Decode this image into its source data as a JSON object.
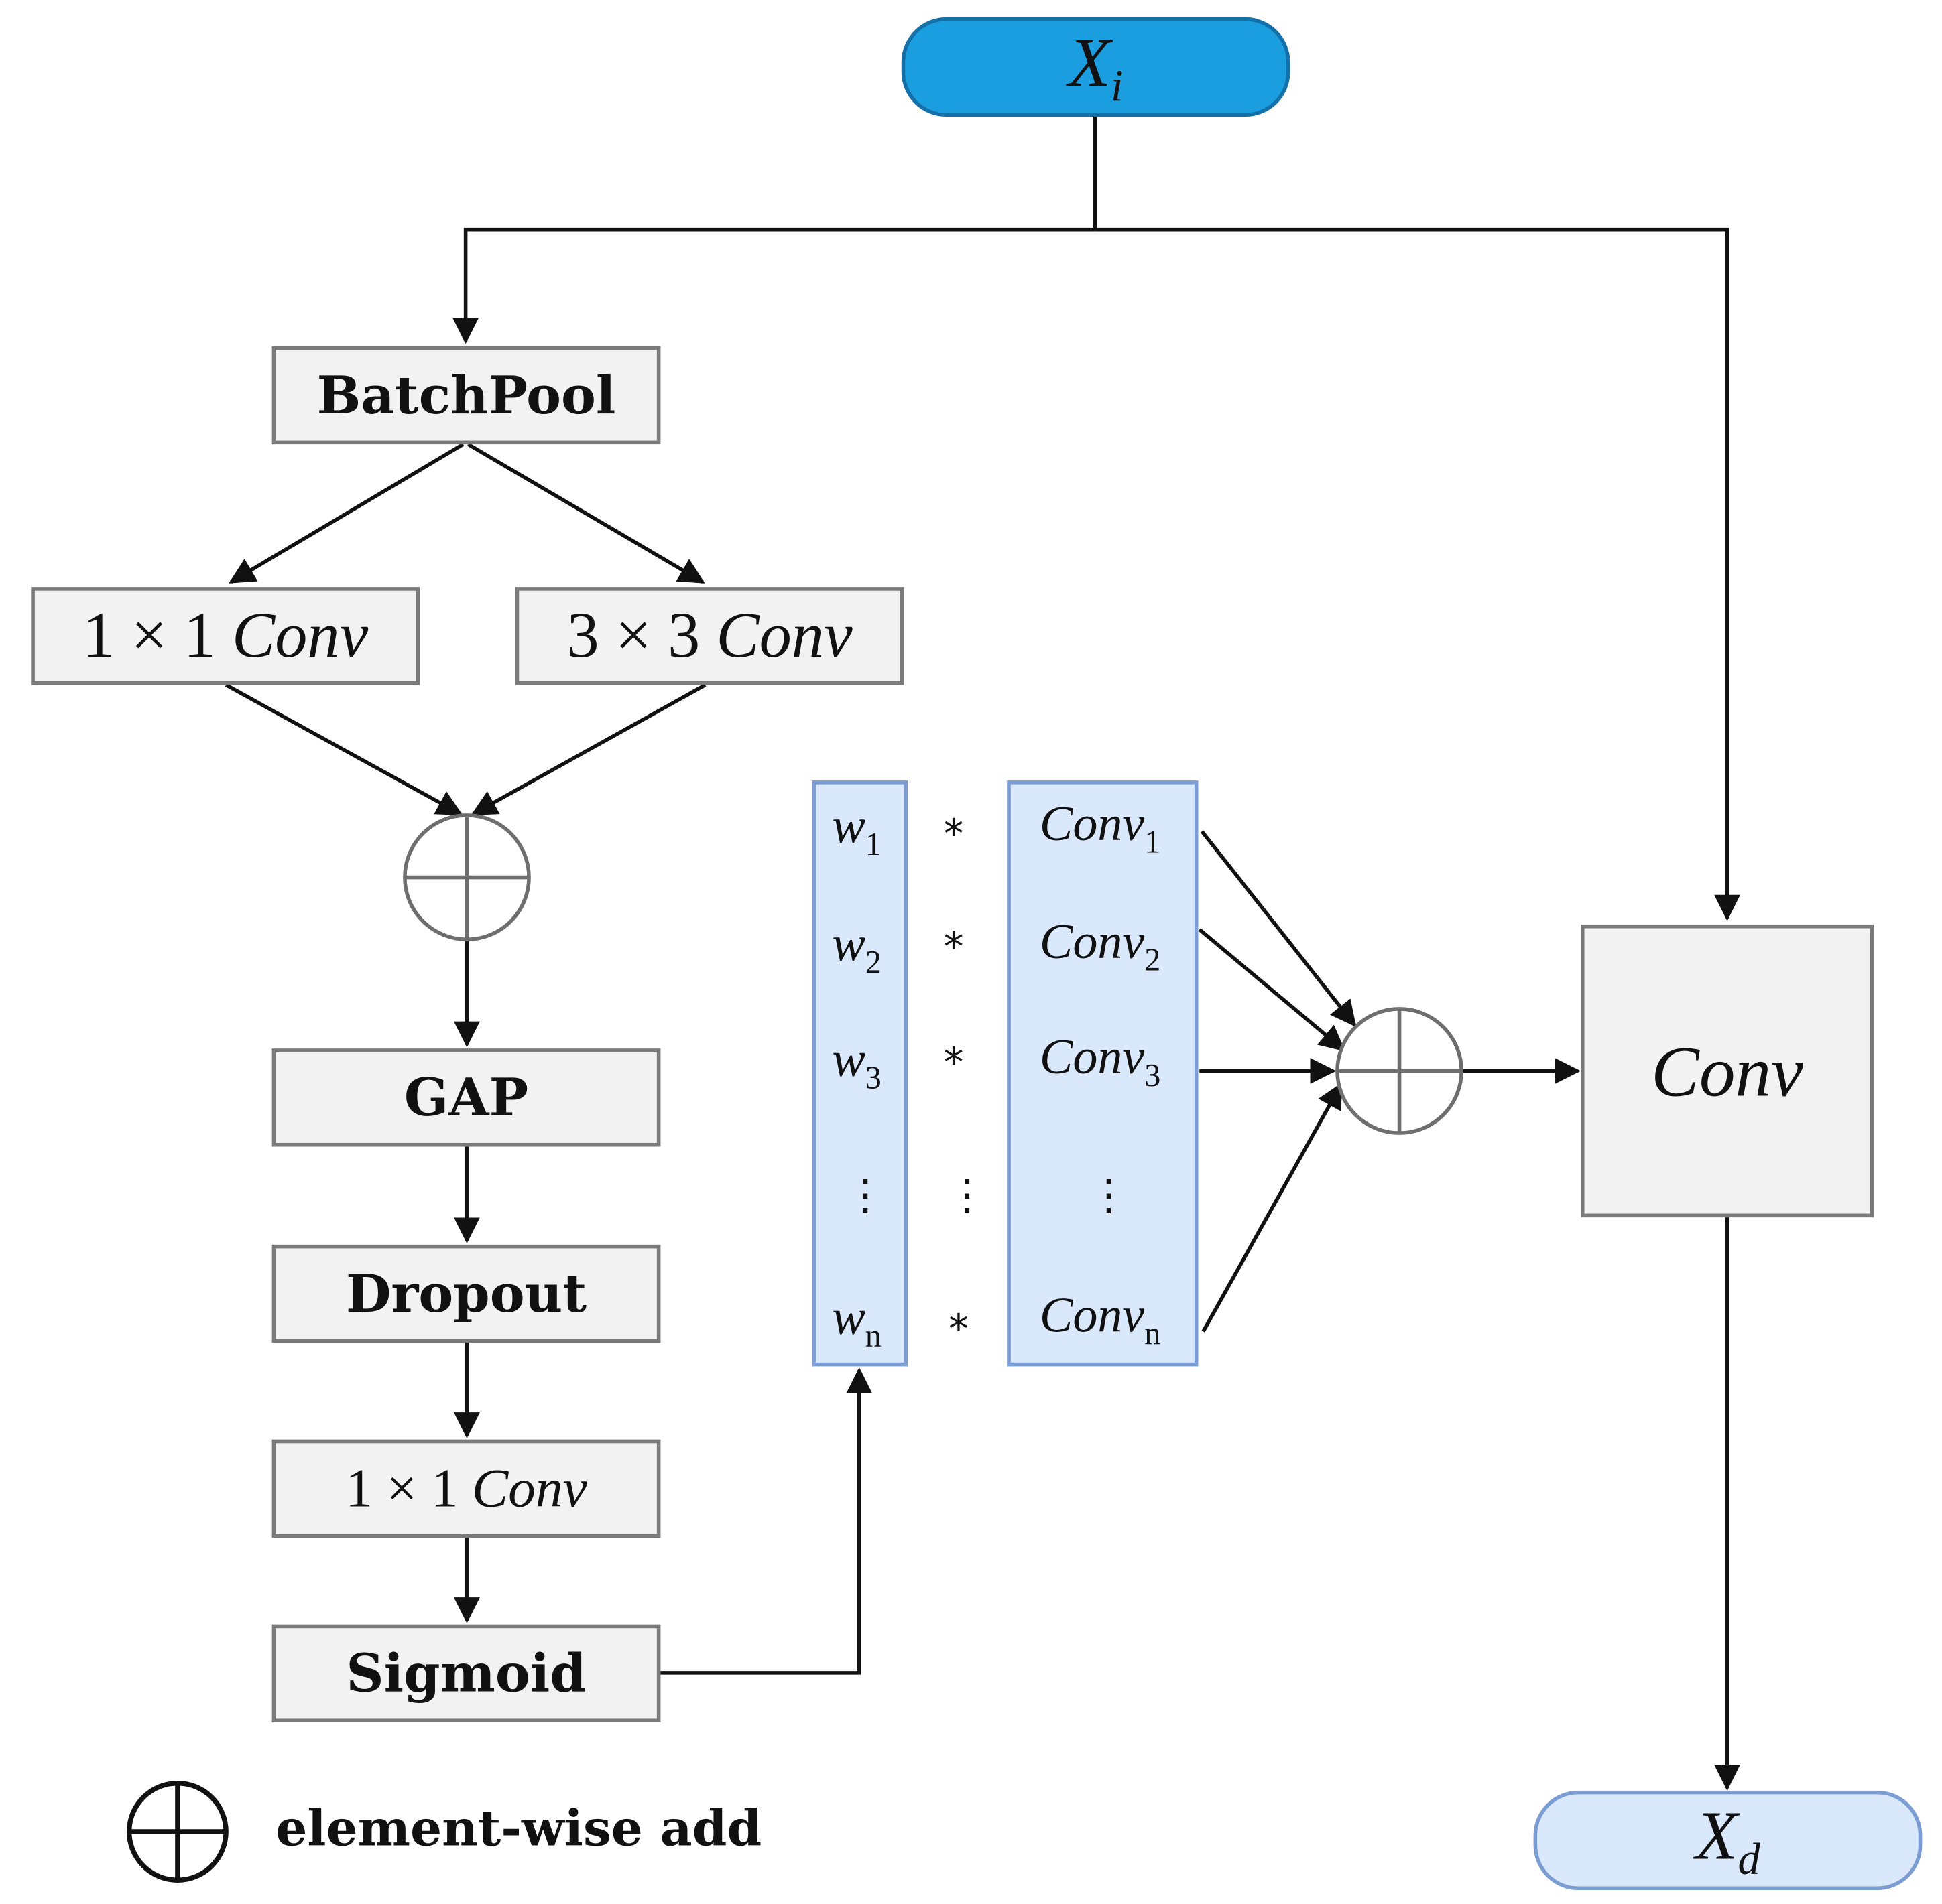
{
  "nodes": {
    "input": {
      "symbol": "X",
      "subscript": "i"
    },
    "output": {
      "symbol": "X",
      "subscript": "d"
    },
    "batchpool": "BatchPool",
    "conv1x1_a": {
      "num1": "1",
      "times": "×",
      "num2": "1",
      "conv": "Conv"
    },
    "conv3x3": {
      "num1": "3",
      "times": "×",
      "num2": "3",
      "conv": "Conv"
    },
    "gap": "GAP",
    "dropout": "Dropout",
    "conv1x1_b": {
      "num1": "1",
      "times": "×",
      "num2": "1",
      "conv": "Conv"
    },
    "sigmoid": "Sigmoid",
    "conv_final": "Conv"
  },
  "weights": {
    "rows": [
      {
        "w": "w",
        "w_sub": "1",
        "op": "*",
        "conv": "Conv",
        "conv_sub": "1"
      },
      {
        "w": "w",
        "w_sub": "2",
        "op": "*",
        "conv": "Conv",
        "conv_sub": "2"
      },
      {
        "w": "w",
        "w_sub": "3",
        "op": "*",
        "conv": "Conv",
        "conv_sub": "3"
      },
      {
        "w": "w",
        "w_sub": "n",
        "op": "*",
        "conv": "Conv",
        "conv_sub": "n"
      }
    ],
    "ellipsis": "⋮"
  },
  "legend": {
    "label": "element-wise add"
  },
  "colors": {
    "input_fill": "#1b9ee0",
    "output_fill": "#dae8fc",
    "column_fill": "#dae8fc",
    "box_fill": "#f2f2f2",
    "line": "#111111"
  }
}
